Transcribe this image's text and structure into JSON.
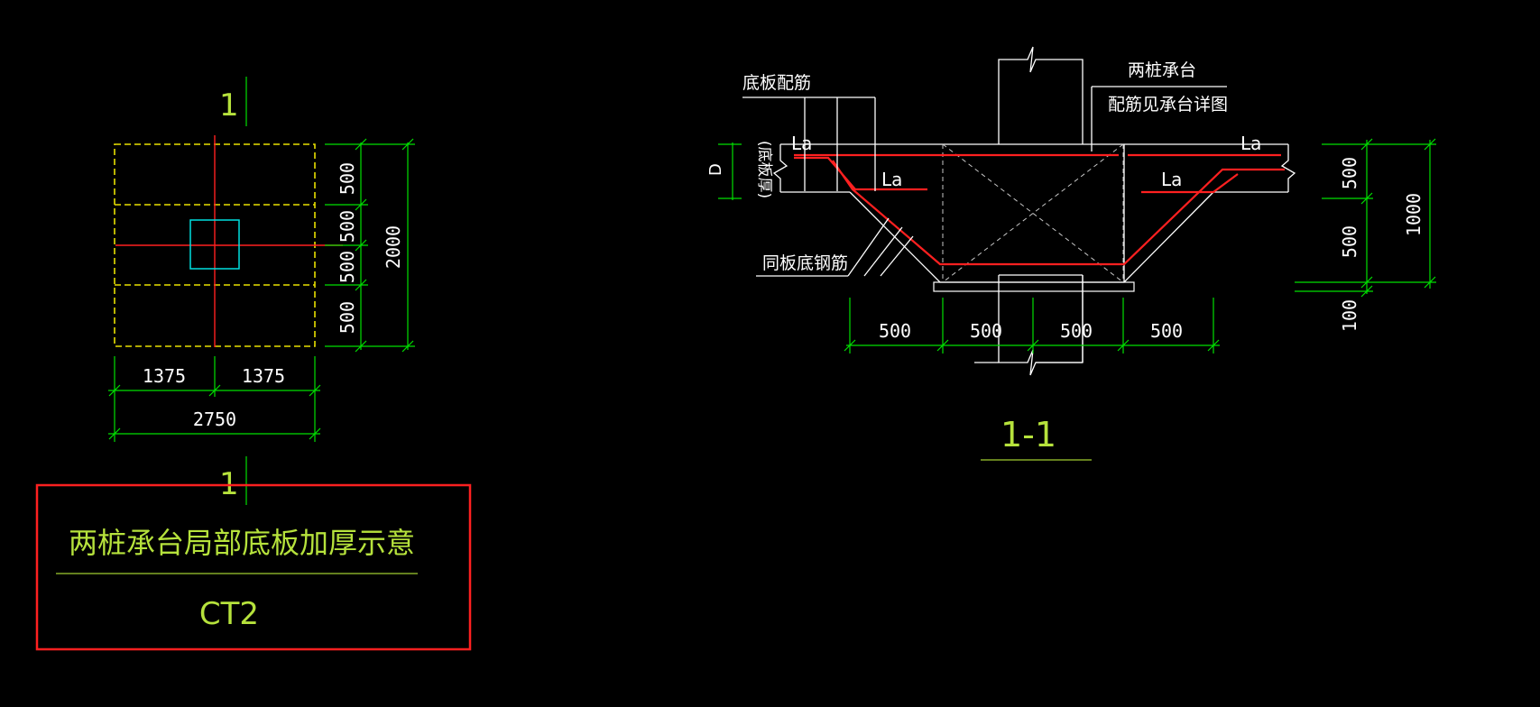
{
  "plan": {
    "section_mark_top": "1",
    "section_mark_bottom": "1",
    "dims_right": [
      "500",
      "500",
      "500",
      "500"
    ],
    "dim_total_right": "2000",
    "dims_bottom": [
      "1375",
      "1375"
    ],
    "dim_total_bottom": "2750"
  },
  "section": {
    "label_bottom_rebar": "底板配筋",
    "label_cap_line1": "两桩承台",
    "label_cap_line2": "配筋见承台详图",
    "label_same_rebar": "同板底钢筋",
    "label_D": "D",
    "label_slab_thickness": "(底板厚)",
    "la_labels": [
      "La",
      "La",
      "La",
      "La"
    ],
    "dims_bottom": [
      "500",
      "500",
      "500",
      "500"
    ],
    "dims_right": [
      "500",
      "500"
    ],
    "dim_total_right": "1000",
    "dim_cushion": "100",
    "title": "1-1"
  },
  "title_block": {
    "title": "两桩承台局部底板加厚示意",
    "code": "CT2"
  },
  "colors": {
    "background": "#000000",
    "dimension": "#00e000",
    "text": "#b6e23c",
    "rebar": "#ff2020",
    "hidden": "#e8e000",
    "column": "#00e0e0",
    "frame": "#ff2020"
  }
}
